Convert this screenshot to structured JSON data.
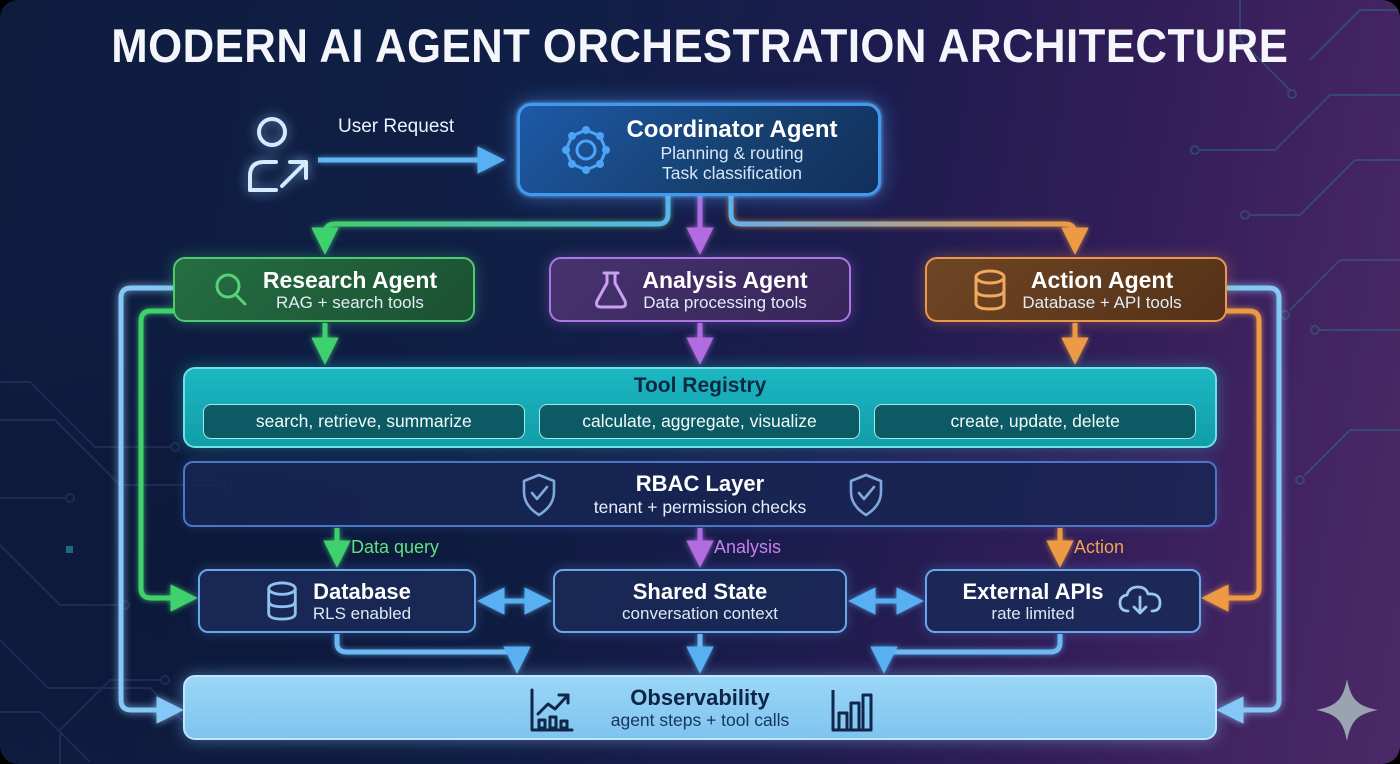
{
  "title": "MODERN AI AGENT ORCHESTRATION ARCHITECTURE",
  "flow": {
    "user_request_label": "User Request"
  },
  "nodes": {
    "coordinator": {
      "title": "Coordinator Agent",
      "line1": "Planning & routing",
      "line2": "Task classification"
    },
    "research": {
      "title": "Research Agent",
      "subtitle": "RAG + search tools"
    },
    "analysis": {
      "title": "Analysis Agent",
      "subtitle": "Data processing tools"
    },
    "action": {
      "title": "Action Agent",
      "subtitle": "Database + API tools"
    },
    "tool_registry": {
      "title": "Tool Registry",
      "groups": [
        "search, retrieve, summarize",
        "calculate, aggregate, visualize",
        "create, update, delete"
      ]
    },
    "rbac": {
      "title": "RBAC Layer",
      "subtitle": "tenant + permission checks"
    },
    "database": {
      "title": "Database",
      "subtitle": "RLS enabled"
    },
    "shared_state": {
      "title": "Shared State",
      "subtitle": "conversation context"
    },
    "external_apis": {
      "title": "External APIs",
      "subtitle": "rate limited"
    },
    "observability": {
      "title": "Observability",
      "subtitle": "agent steps + tool calls"
    }
  },
  "edge_labels": {
    "data_query": "Data query",
    "analysis": "Analysis",
    "action": "Action"
  },
  "colors": {
    "background_navy": "#0e1c3e",
    "background_purple": "#4a2a66",
    "coordinator_blue": "#3f9bf2",
    "research_green": "#4fca6f",
    "analysis_purple": "#ab78e3",
    "action_orange": "#e9984d",
    "registry_teal": "#1cb7c2",
    "store_border_blue": "#6aa7e8",
    "observability_lightblue": "#8ccef4",
    "arrow_blue": "#58b0f2"
  }
}
